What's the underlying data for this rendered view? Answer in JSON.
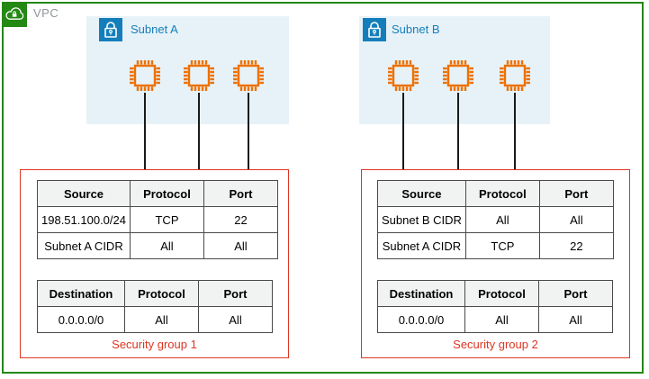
{
  "vpc": {
    "label": "VPC"
  },
  "subnets": [
    {
      "label": "Subnet A",
      "instance_count": 3
    },
    {
      "label": "Subnet B",
      "instance_count": 3
    }
  ],
  "security_groups": [
    {
      "label": "Security group 1",
      "inbound_table": {
        "headers": [
          "Source",
          "Protocol",
          "Port"
        ],
        "rows": [
          [
            "198.51.100.0/24",
            "TCP",
            "22"
          ],
          [
            "Subnet A CIDR",
            "All",
            "All"
          ]
        ]
      },
      "outbound_table": {
        "headers": [
          "Destination",
          "Protocol",
          "Port"
        ],
        "rows": [
          [
            "0.0.0.0/0",
            "All",
            "All"
          ]
        ]
      }
    },
    {
      "label": "Security group 2",
      "inbound_table": {
        "headers": [
          "Source",
          "Protocol",
          "Port"
        ],
        "rows": [
          [
            "Subnet B CIDR",
            "All",
            "All"
          ],
          [
            "Subnet A CIDR",
            "TCP",
            "22"
          ]
        ]
      },
      "outbound_table": {
        "headers": [
          "Destination",
          "Protocol",
          "Port"
        ],
        "rows": [
          [
            "0.0.0.0/0",
            "All",
            "All"
          ]
        ]
      }
    }
  ],
  "icons": {
    "vpc": "cloud-with-lock",
    "subnet": "padlock",
    "instance": "ec2-chip"
  },
  "colors": {
    "vpc_border_green": "#248814",
    "subnet_fill_blue": "#E7F2F8",
    "subnet_accent_blue": "#147EBA",
    "instance_orange": "#ED7100",
    "security_group_red": "#DD3522",
    "connector_black": "#1A1A1A",
    "table_header_bg": "#F1F2F2",
    "table_border": "#4A4A4A",
    "vpc_label_gray": "#8F9598"
  }
}
